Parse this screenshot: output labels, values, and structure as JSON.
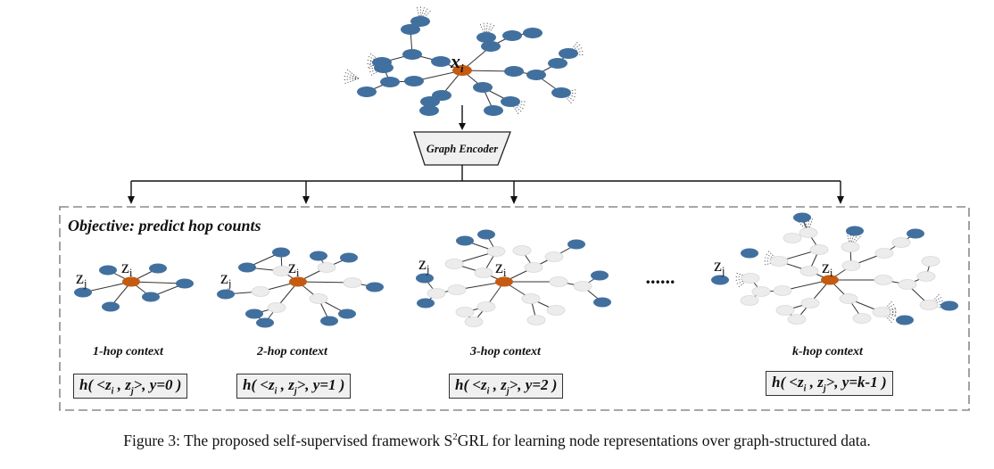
{
  "top_graph": {
    "center_label": "x",
    "center_sub": "i"
  },
  "encoder": {
    "label": "Graph Encoder"
  },
  "objective": {
    "title": "Objective: predict hop counts"
  },
  "ellipsis": "......",
  "panels": [
    {
      "id": "1hop",
      "context_label": "1-hop context",
      "formula_prefix": "h( <z",
      "formula_i": "i",
      "formula_mid": " , z",
      "formula_j": "j",
      "formula_suffix": ">,  y=0 )",
      "zi": "z",
      "zi_sub": "i",
      "zj": "z",
      "zj_sub": "j"
    },
    {
      "id": "2hop",
      "context_label": "2-hop context",
      "formula_prefix": "h( <z",
      "formula_i": "i",
      "formula_mid": " , z",
      "formula_j": "j",
      "formula_suffix": ">,  y=1 )",
      "zi": "z",
      "zi_sub": "i",
      "zj": "z",
      "zj_sub": "j"
    },
    {
      "id": "3hop",
      "context_label": "3-hop context",
      "formula_prefix": "h( <z",
      "formula_i": "i",
      "formula_mid": " , z",
      "formula_j": "j",
      "formula_suffix": ">,  y=2 )",
      "zi": "z",
      "zi_sub": "i",
      "zj": "z",
      "zj_sub": "j"
    },
    {
      "id": "khop",
      "context_label": "k-hop context",
      "formula_prefix": "h( <z",
      "formula_i": "i",
      "formula_mid": " , z",
      "formula_j": "j",
      "formula_suffix": ">,  y=k-1 )",
      "zi": "z",
      "zi_sub": "i",
      "zj": "z",
      "zj_sub": "j"
    }
  ],
  "caption": {
    "prefix": "Figure 3: The proposed self-supervised framework S",
    "sup": "2",
    "suffix": "GRL for learning node representations over graph-structured data."
  },
  "colors": {
    "blue_node": "#41709f",
    "center_node": "#c55a11",
    "gray_node": "#ececec",
    "encoder_fill": "#f0f0f0",
    "dash_border": "#8a8a8a"
  }
}
